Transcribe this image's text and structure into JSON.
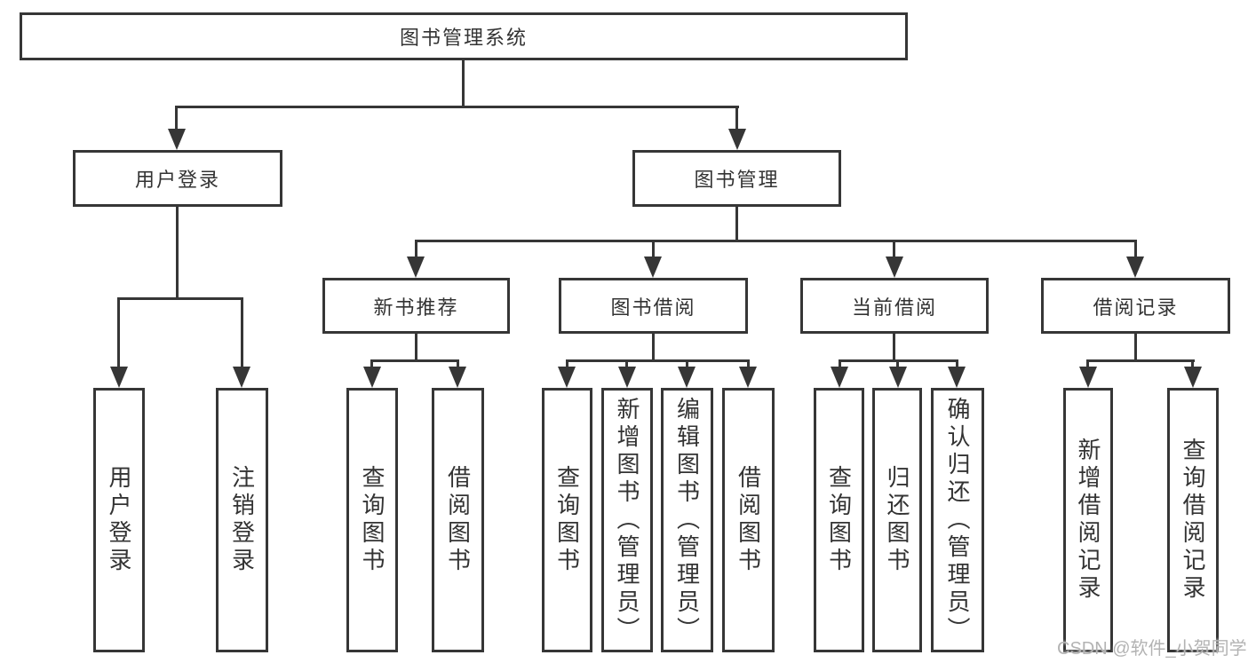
{
  "watermark": {
    "text": "CSDN @软件_小贺同学"
  },
  "tree": {
    "root": {
      "label": "图书管理系统"
    },
    "branches": [
      {
        "label": "用户登录",
        "children": [
          {
            "label": "用户登录"
          },
          {
            "label": "注销登录"
          }
        ]
      },
      {
        "label": "图书管理",
        "children": [
          {
            "label": "新书推荐",
            "children": [
              {
                "label": "查询图书"
              },
              {
                "label": "借阅图书"
              }
            ]
          },
          {
            "label": "图书借阅",
            "children": [
              {
                "label": "查询图书"
              },
              {
                "label": "新增图书（管理员）"
              },
              {
                "label": "编辑图书（管理员）"
              },
              {
                "label": "借阅图书"
              }
            ]
          },
          {
            "label": "当前借阅",
            "children": [
              {
                "label": "查询图书"
              },
              {
                "label": "归还图书"
              },
              {
                "label": "确认归还（管理员）"
              }
            ]
          },
          {
            "label": "借阅记录",
            "children": [
              {
                "label": "新增借阅记录"
              },
              {
                "label": "查询借阅记录"
              }
            ]
          }
        ]
      }
    ]
  },
  "colors": {
    "line": "#363636",
    "text": "#333333",
    "background": "#ffffff",
    "watermark": "#b3b3b3"
  }
}
